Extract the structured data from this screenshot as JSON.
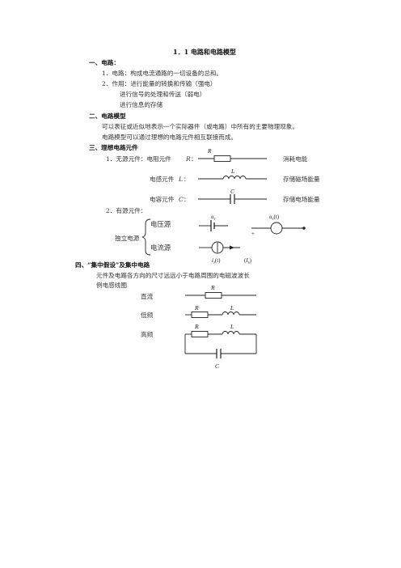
{
  "title": "1．1 电路和电路模型",
  "section1": {
    "heading": "一、电路：",
    "item1": "1．电路：构成电流通路的一切设备的总和。",
    "item2": "2．作用：进行能量的转换和传输（强电）",
    "item2b": "进行信号的处理和传送（弱电）",
    "item2c": "进行信息的存储"
  },
  "section2": {
    "heading": "二、电路模型",
    "line1": "可以表征或近似地表示一个实际器件（或电路）中所有的主要物理现象。",
    "line2": "电路模型可以通过理想的电路元件相互联接而成。"
  },
  "section3": {
    "heading": "三、理想电路元件",
    "passive_label": "1．无源元件：电阻元件",
    "resistor_sym": "R",
    "resistor_desc": "消耗电能",
    "inductor_label": "电感元件",
    "inductor_sym": "L",
    "inductor_desc": "存储磁场能量",
    "capacitor_label": "电容元件",
    "capacitor_sym": "C",
    "capacitor_desc": "存储电场能量",
    "colon": "：",
    "active_label": "2．有源元件：",
    "independent_label": "独立电源",
    "voltage_source": "电压源",
    "current_source": "电流源",
    "us": "u",
    "us_sub": "s",
    "ust": "u",
    "ust_sub": "s",
    "ust_arg": "(t)",
    "plus": "+",
    "ist": "i",
    "ist_sub": "s",
    "ist_arg": "(t)",
    "Is_open": "(",
    "Is": "I",
    "Is_sub": "s",
    "Is_close": ")"
  },
  "section4": {
    "heading": "四、“集中假设”及集中电路",
    "line1": "元件及电路各方向的尺寸远远小于电路周围的电磁波波长",
    "line2": "例电感线圈",
    "dc": "直流",
    "low": "低频",
    "high": "高频",
    "R": "R",
    "L": "L",
    "C": "C"
  }
}
